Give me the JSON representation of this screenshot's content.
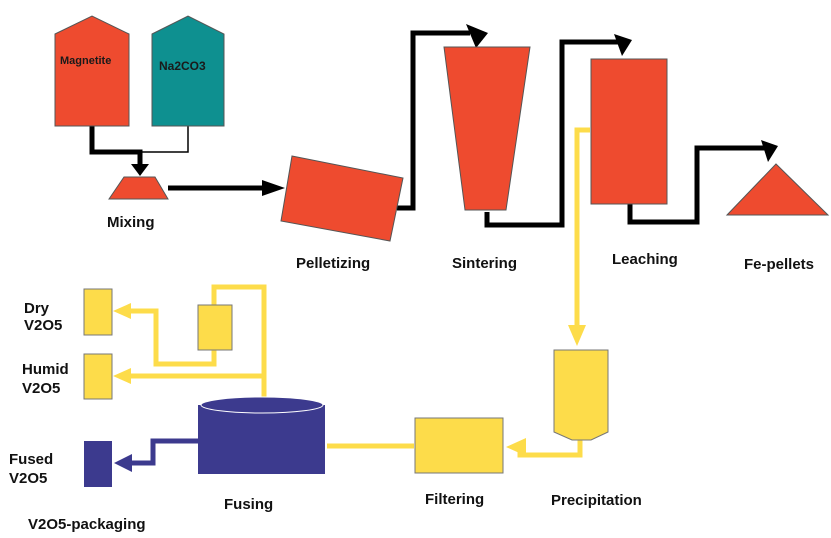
{
  "labels": {
    "magnetite": "Magnetite",
    "na2co3": "Na2CO3",
    "mixing": "Mixing",
    "pelletizing": "Pelletizing",
    "sintering": "Sintering",
    "leaching": "Leaching",
    "fe_pellets": "Fe-pellets",
    "dry_v2o5_line1": "Dry",
    "dry_v2o5_line2": "V2O5",
    "humid_v2o5_line1": "Humid",
    "humid_v2o5_line2": "V2O5",
    "fused_v2o5_line1": "Fused",
    "fused_v2o5_line2": "V2O5",
    "fusing": "Fusing",
    "filtering": "Filtering",
    "precipitation": "Precipitation",
    "packaging": "V2O5-packaging"
  },
  "colors": {
    "red": "#ee4b2f",
    "teal": "#0e9090",
    "yellow": "#fddc4a",
    "navy": "#3c3a8e",
    "black": "#000000"
  }
}
